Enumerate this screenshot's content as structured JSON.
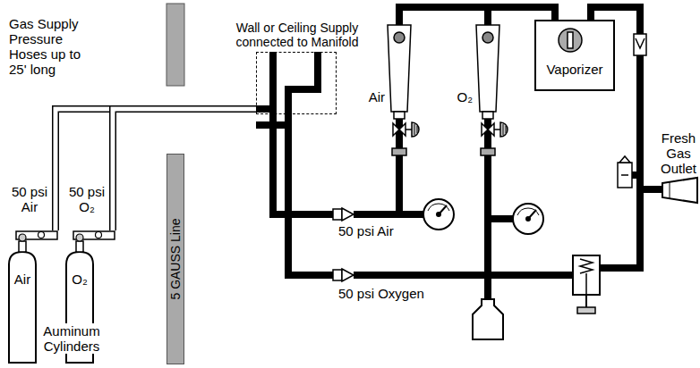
{
  "diagram": {
    "nodes": [
      {
        "text": [
          "Wall or Ceiling Supply connected to Manifold"
        ]
      },
      {
        "text": [
          "Vaporizer"
        ]
      },
      {
        "text": [
          "5 GAUSS Line"
        ]
      },
      {
        "text": [
          "Air"
        ]
      },
      {
        "text": [
          "O₂"
        ]
      }
    ],
    "edges": [
      {
        "from": 3,
        "to": 0,
        "arrow": "none"
      },
      {
        "from": 4,
        "to": 0,
        "arrow": "none"
      }
    ],
    "labels": [
      "Gas Supply Pressure Hoses up to 25' long",
      "50 psi Air",
      "50 psi O₂",
      "Auminum Cylinders",
      "Air",
      "O₂",
      "50 psi Air",
      "50 psi Oxygen",
      "Fresh Gas Outlet"
    ]
  }
}
